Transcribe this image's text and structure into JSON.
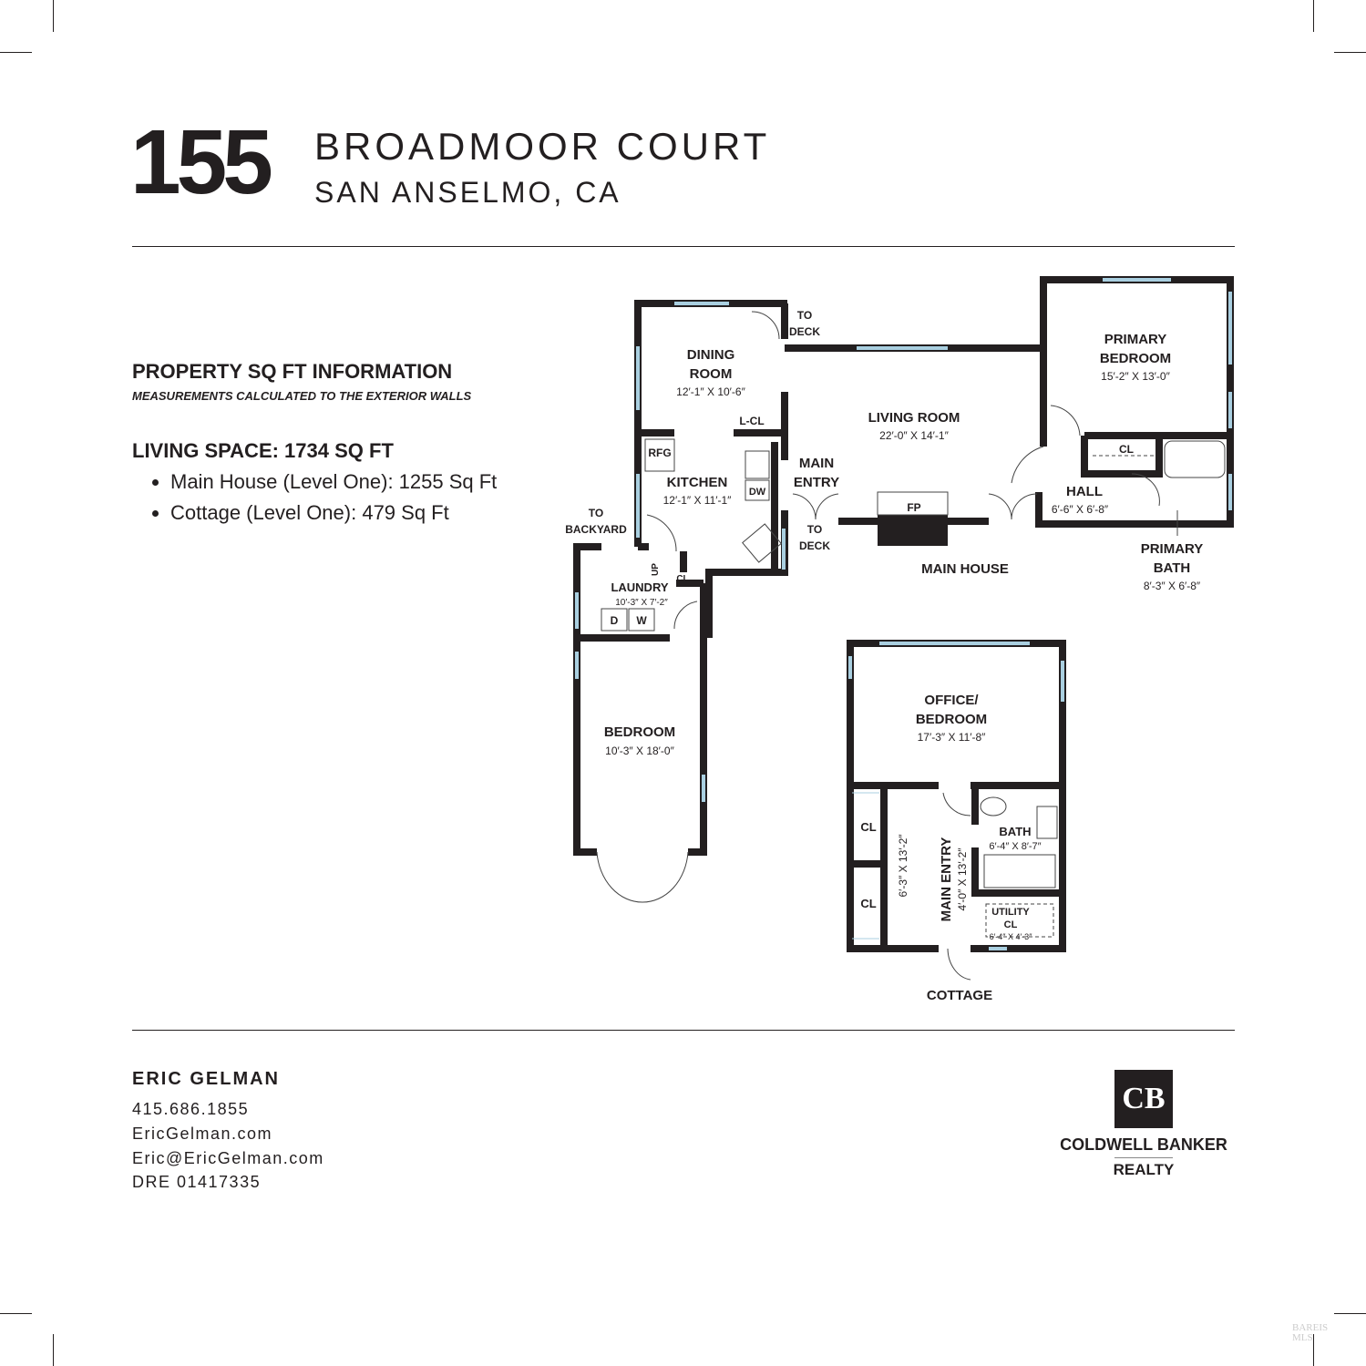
{
  "header": {
    "number": "155",
    "street": "BROADMOOR COURT",
    "city": "SAN ANSELMO, CA"
  },
  "sqft": {
    "heading": "PROPERTY SQ FT INFORMATION",
    "subheading": "MEASUREMENTS CALCULATED TO THE EXTERIOR WALLS",
    "living_space": "LIVING SPACE: 1734 SQ FT",
    "items": [
      "Main House (Level One): 1255 Sq Ft",
      "Cottage (Level One): 479 Sq Ft"
    ]
  },
  "floorplan": {
    "main_house_label": "MAIN HOUSE",
    "cottage_label": "COTTAGE",
    "rooms": {
      "dining": {
        "name1": "DINING",
        "name2": "ROOM",
        "dim": "12′-1″ X 10′-6″"
      },
      "kitchen": {
        "name": "KITCHEN",
        "dim": "12′-1″ X 11′-1″"
      },
      "living": {
        "name": "LIVING ROOM",
        "dim": "22′-0″ X 14′-1″"
      },
      "primary_bedroom": {
        "name1": "PRIMARY",
        "name2": "BEDROOM",
        "dim": "15′-2″ X 13′-0″"
      },
      "hall": {
        "name": "HALL",
        "dim": "6′-6″ X 6′-8″"
      },
      "primary_bath": {
        "name1": "PRIMARY",
        "name2": "BATH",
        "dim": "8′-3″ X 6′-8″"
      },
      "laundry": {
        "name": "LAUNDRY",
        "dim": "10′-3″ X 7′-2″"
      },
      "bedroom": {
        "name": "BEDROOM",
        "dim": "10′-3″ X 18′-0″"
      },
      "office": {
        "name1": "OFFICE/",
        "name2": "BEDROOM",
        "dim": "17′-3″ X 11′-8″"
      },
      "bath": {
        "name": "BATH",
        "dim": "6′-4″ X 8′-7″"
      },
      "main_entry_cottage": {
        "name": "MAIN ENTRY",
        "dim": "4′-0″ X 13′-2″"
      },
      "closet_area": {
        "dim": "6′-3″ X 13′-2″"
      },
      "utility": {
        "name1": "UTILITY",
        "name2": "CL",
        "dim": "6′-4″ X 4′-3″"
      }
    },
    "labels": {
      "to_deck": [
        "TO",
        "DECK"
      ],
      "to_backyard": [
        "TO",
        "BACKYARD"
      ],
      "main_entry": [
        "MAIN",
        "ENTRY"
      ],
      "l_cl": "L-CL",
      "rfg": "RFG",
      "dw": "DW",
      "fp": "FP",
      "cl": "CL",
      "up": "UP",
      "dryer": "D",
      "washer": "W"
    }
  },
  "agent": {
    "name": "ERIC GELMAN",
    "phone": "415.686.1855",
    "website": "EricGelman.com",
    "email": "Eric@EricGelman.com",
    "license": "DRE 01417335"
  },
  "logo": {
    "brand": "COLDWELL BANKER",
    "sub": "REALTY",
    "monogram": "CB"
  },
  "watermark": "BAREIS MLS",
  "colors": {
    "ink": "#231f20",
    "window": "#a9cfe0"
  }
}
